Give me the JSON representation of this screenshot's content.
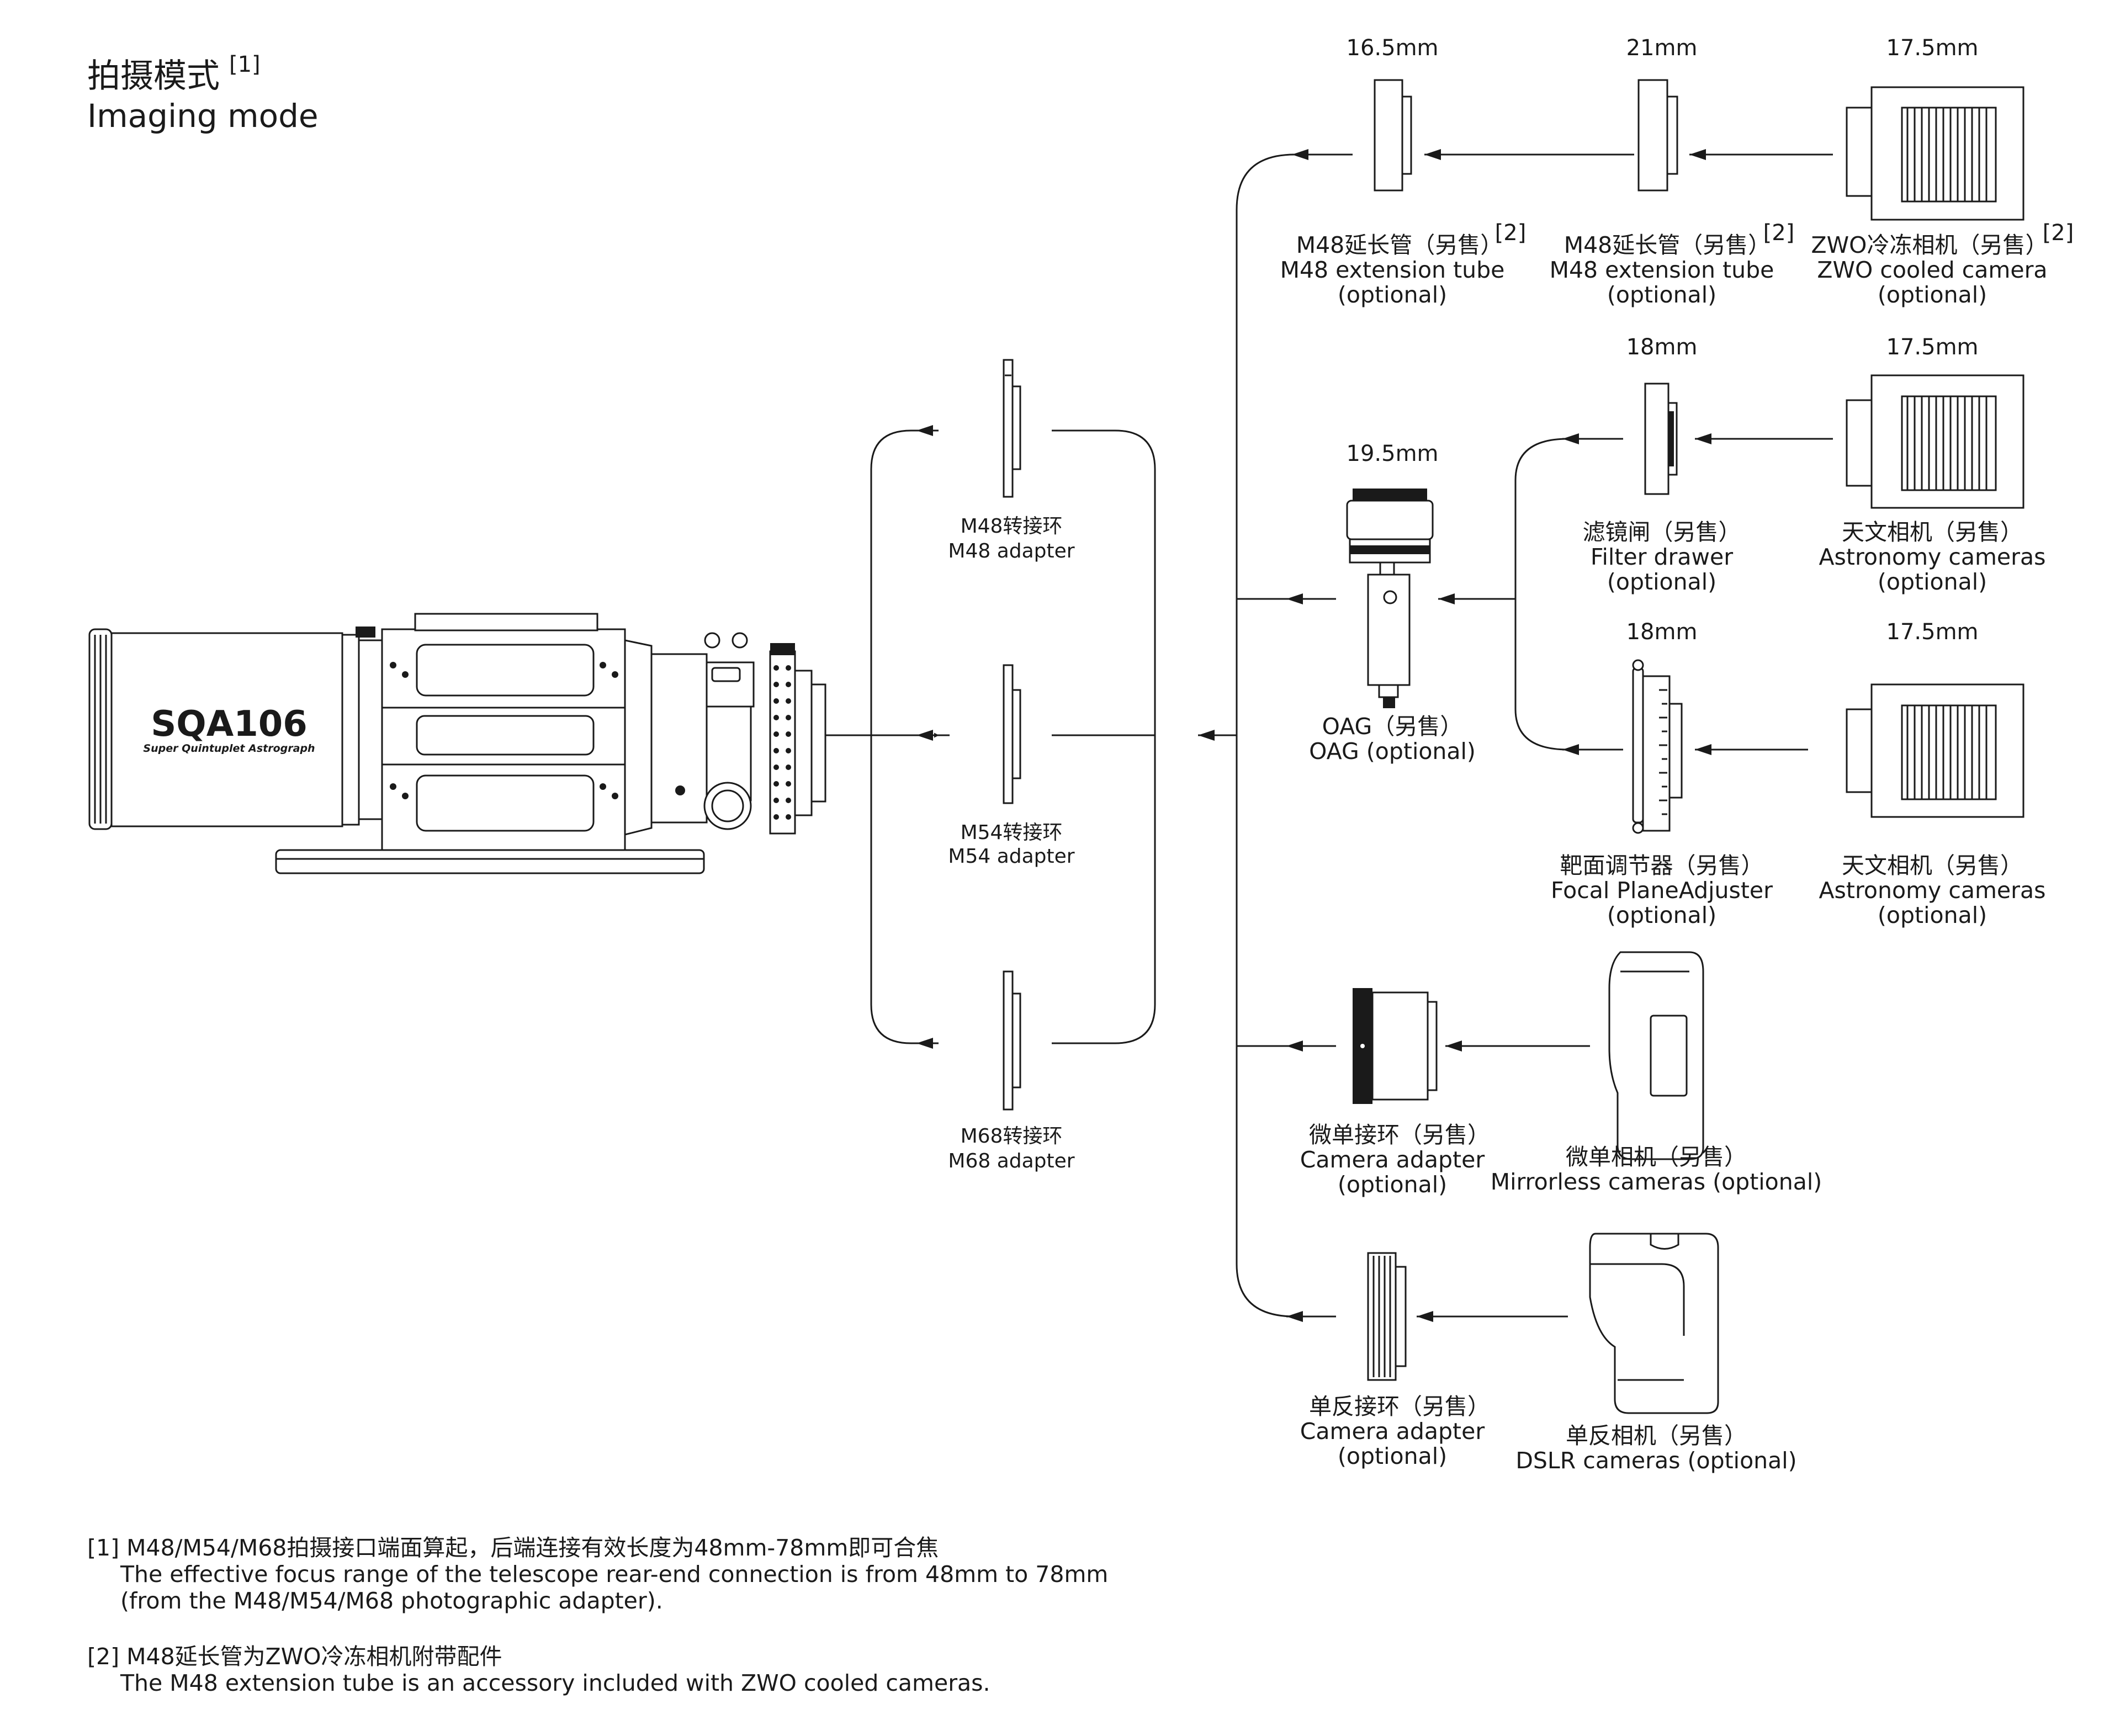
{
  "title": {
    "cn": "拍摄模式",
    "en": "Imaging mode",
    "ref": "[1]"
  },
  "telescope": {
    "brand": "SQA106",
    "tagline": "Super Quintuplet Astrograph"
  },
  "adapters": [
    {
      "cn": "M48转接环",
      "en": "M48 adapter"
    },
    {
      "cn": "M54转接环",
      "en": "M54 adapter"
    },
    {
      "cn": "M68转接环",
      "en": "M68 adapter"
    }
  ],
  "row1": {
    "tube1": {
      "dim": "16.5mm",
      "cn": "M48延长管（另售）",
      "en": "M48 extension tube",
      "opt": "(optional)",
      "ref": "[2]"
    },
    "tube2": {
      "dim": "21mm",
      "cn": "M48延长管（另售）",
      "en": "M48 extension tube",
      "opt": "(optional)",
      "ref": "[2]"
    },
    "camera": {
      "dim": "17.5mm",
      "cn": "ZWO冷冻相机（另售）",
      "en": "ZWO cooled camera",
      "opt": "(optional)",
      "ref": "[2]"
    }
  },
  "oag": {
    "dim": "19.5mm",
    "cn": "OAG（另售）",
    "en": "OAG (optional)"
  },
  "filter": {
    "dim": "18mm",
    "cn": "滤镜闸（另售）",
    "en": "Filter drawer",
    "opt": "(optional)"
  },
  "astro1": {
    "dim": "17.5mm",
    "cn": "天文相机（另售）",
    "en": "Astronomy cameras",
    "opt": "(optional)"
  },
  "fpa": {
    "dim": "18mm",
    "cn": "靶面调节器（另售）",
    "en": "Focal PlaneAdjuster",
    "opt": "(optional)"
  },
  "astro2": {
    "dim": "17.5mm",
    "cn": "天文相机（另售）",
    "en": "Astronomy cameras",
    "opt": "(optional)"
  },
  "mirrorless_adapter": {
    "cn": "微单接环（另售）",
    "en": "Camera adapter",
    "opt": "(optional)"
  },
  "mirrorless_camera": {
    "cn": "微单相机（另售）",
    "en": "Mirrorless cameras (optional)"
  },
  "dslr_adapter": {
    "cn": "单反接环（另售）",
    "en": "Camera adapter",
    "opt": "(optional)"
  },
  "dslr_camera": {
    "cn": "单反相机（另售）",
    "en": "DSLR cameras  (optional)"
  },
  "notes": [
    {
      "l1": "[1] M48/M54/M68拍摄接口端面算起，后端连接有效长度为48mm-78mm即可合焦",
      "l2": "The effective focus range of the telescope rear-end connection is from 48mm to 78mm",
      "l3": "(from the M48/M54/M68 photographic adapter)."
    },
    {
      "l1": "[2] M48延长管为ZWO冷冻相机附带配件",
      "l2": "The M48 extension tube is an accessory included with ZWO cooled cameras."
    }
  ]
}
